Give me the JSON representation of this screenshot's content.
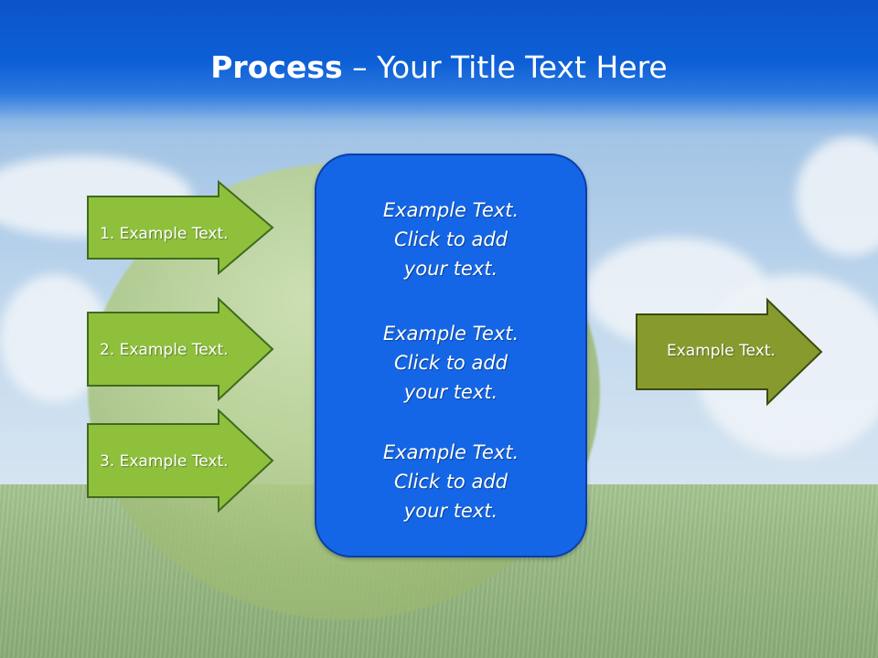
{
  "slide": {
    "title_strong": "Process",
    "title_rest": " – Your Title Text Here"
  },
  "inputs": [
    {
      "label": "1. Example Text."
    },
    {
      "label": "2. Example Text."
    },
    {
      "label": "3. Example Text."
    }
  ],
  "panel": {
    "blocks": [
      {
        "line1": "Example Text.",
        "line2": "Click  to add",
        "line3": "your text."
      },
      {
        "line1": "Example Text.",
        "line2": "Click  to add",
        "line3": "your text."
      },
      {
        "line1": "Example Text.",
        "line2": "Click  to add",
        "line3": "your text."
      }
    ]
  },
  "output": {
    "label": "Example Text."
  },
  "colors": {
    "header": "#0d5fd6",
    "input_arrow": "#8fc03c",
    "output_arrow": "#879a2e",
    "panel": "#1466e6"
  }
}
